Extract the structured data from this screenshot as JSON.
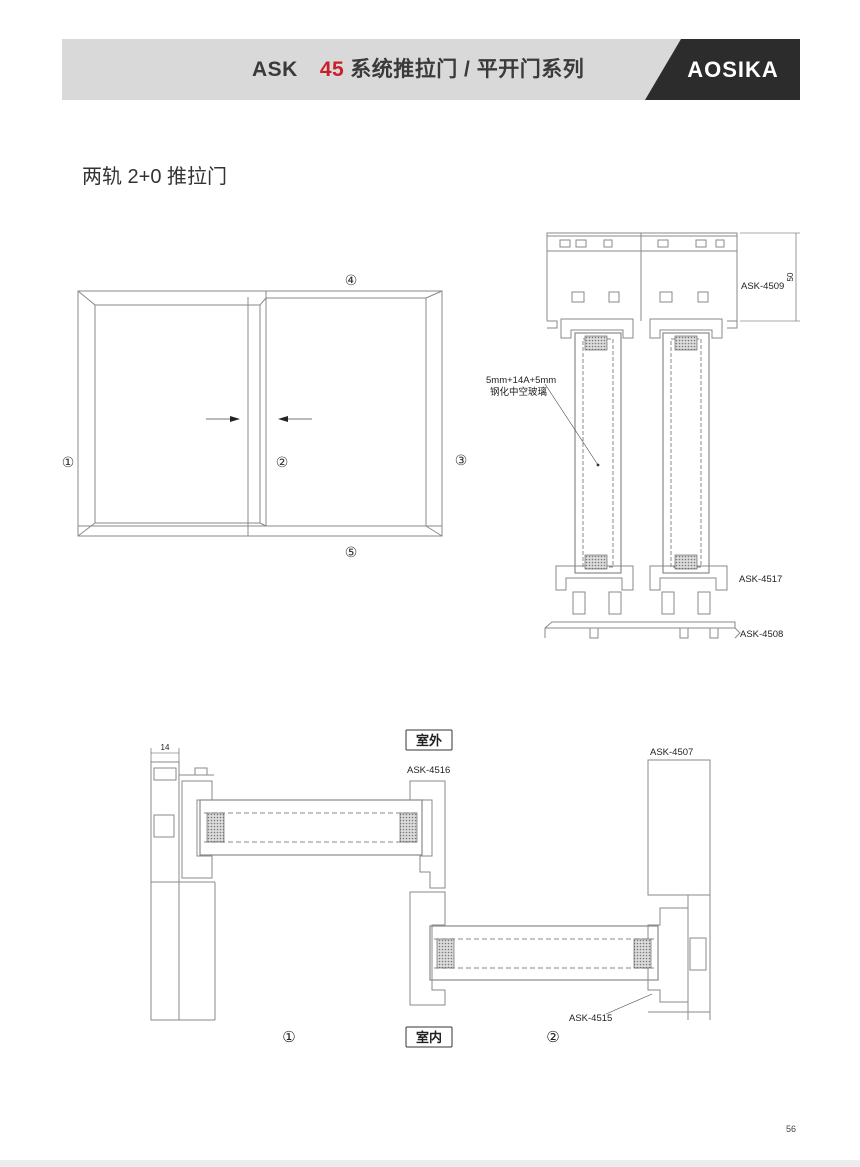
{
  "header": {
    "brand_prefix": "ASK",
    "series_number": "45",
    "series_desc": "系统推拉门 / 平开门系列",
    "logo_text": "AOSIKA",
    "band_color": "#d9d9d9",
    "logo_bg_color": "#2c2c2c",
    "accent_color": "#c8202a"
  },
  "section_title": "两轨 2+0 推拉门",
  "elevation": {
    "markers": {
      "top": "④",
      "left": "①",
      "middle": "②",
      "right": "③",
      "bottom": "⑤"
    }
  },
  "vertical_section": {
    "profile_top": "ASK-4509",
    "dimension_height": "50",
    "glass_line1": "5mm+14A+5mm",
    "glass_line2": "钢化中空玻璃",
    "profile_sash_bottom": "ASK-4517",
    "profile_rail": "ASK-4508"
  },
  "horizontal_section": {
    "dimension_width": "14",
    "outside_label": "室外",
    "inside_label": "室内",
    "profile_interlock_outer": "ASK-4516",
    "profile_jamb": "ASK-4507",
    "profile_interlock_inner": "ASK-4515",
    "marker_left": "①",
    "marker_right": "②"
  },
  "page_number": "56"
}
